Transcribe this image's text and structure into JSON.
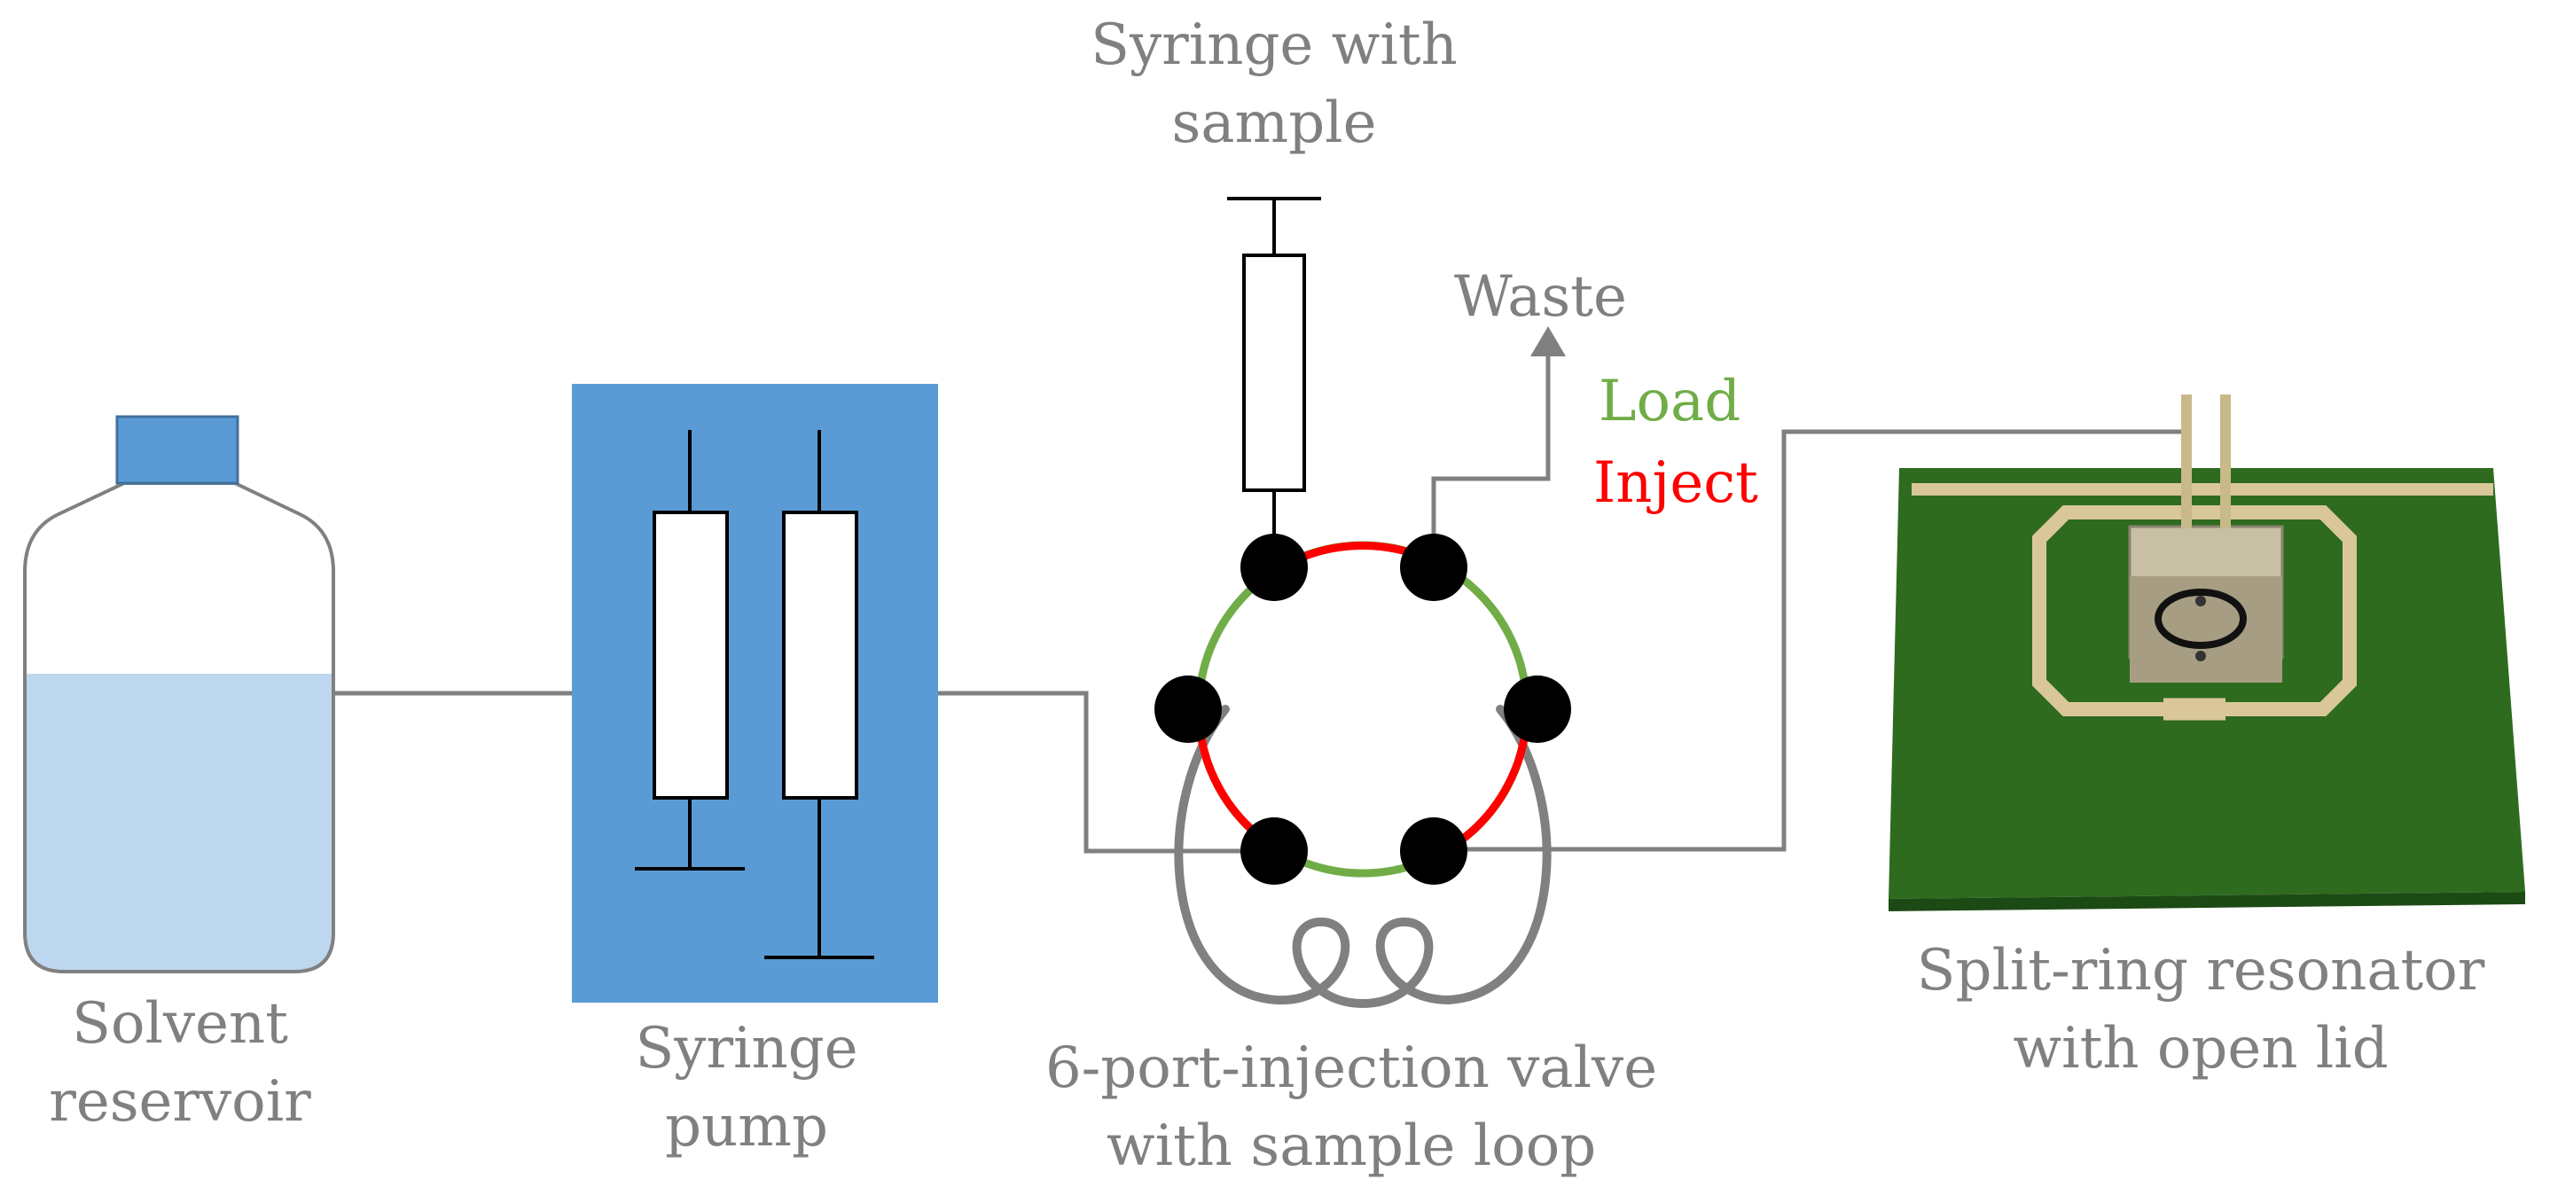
{
  "labels": {
    "solvent_reservoir": [
      "Solvent",
      "reservoir"
    ],
    "syringe_pump": [
      "Syringe",
      "pump"
    ],
    "valve": [
      "6-port-injection valve",
      "with sample loop"
    ],
    "resonator": [
      "Split-ring resonator",
      "with open lid"
    ],
    "syringe_sample": [
      "Syringe with",
      "sample"
    ],
    "waste": "Waste",
    "load": "Load",
    "inject": "Inject"
  },
  "colors": {
    "tubing": "#808080",
    "pump_body": "#5b9bd5",
    "solvent_liquid": "#bdd7ee",
    "bottle_cap": "#5b9bd5",
    "load_path": "#70ad47",
    "inject_path": "#ff0000",
    "port": "#000000",
    "pcb": "#2e6b1f",
    "copper": "#d9c79a"
  }
}
